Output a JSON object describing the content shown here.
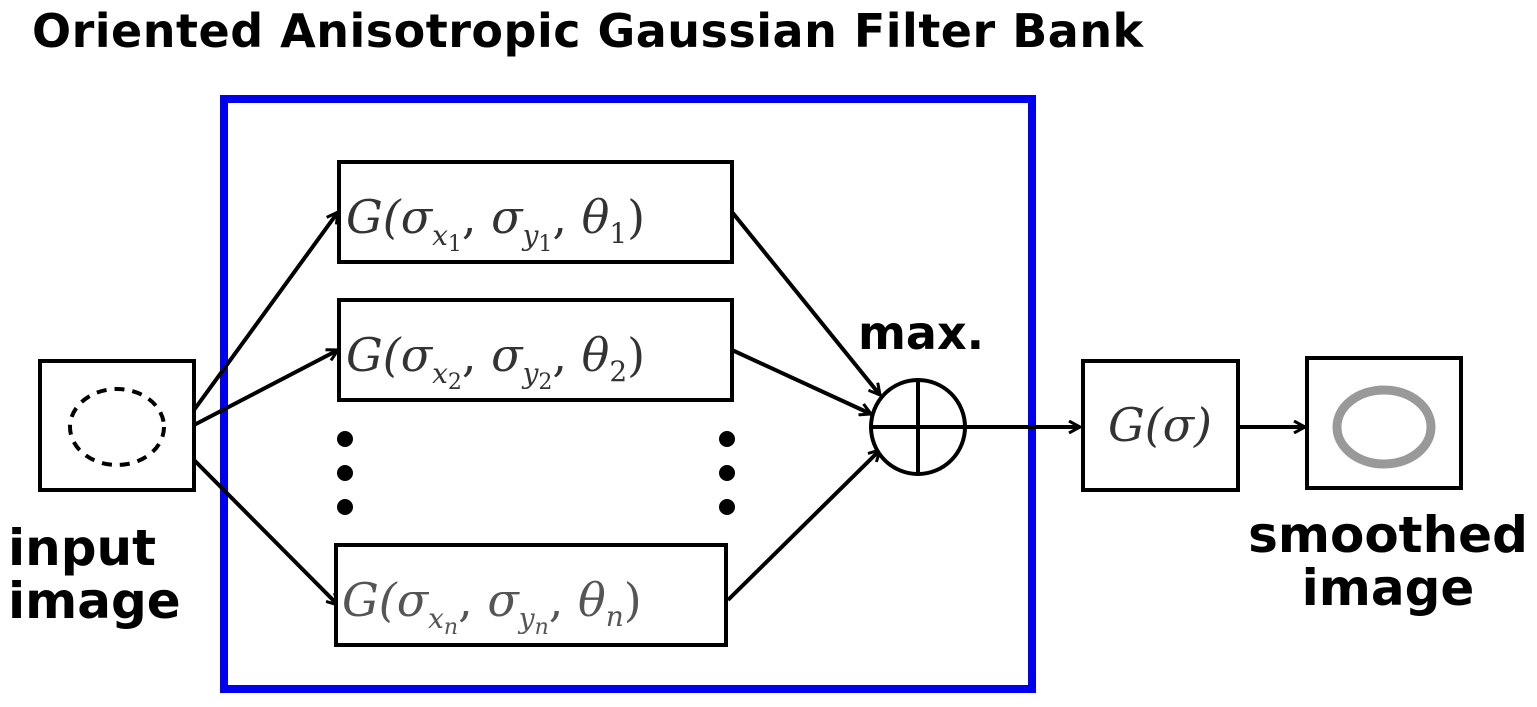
{
  "title": "Oriented Anisotropic Gaussian Filter Bank",
  "input_label": [
    "input",
    "image"
  ],
  "output_label": [
    "smoothed",
    "image"
  ],
  "max_label": "max.",
  "filter_bank": {
    "filters": [
      {
        "sigma_x": "x",
        "sub_x": "1",
        "sigma_y": "y",
        "sub_y": "1",
        "theta_sub": "1"
      },
      {
        "sigma_x": "x",
        "sub_x": "2",
        "sigma_y": "y",
        "sub_y": "2",
        "theta_sub": "2"
      },
      {
        "sigma_x": "x",
        "sub_x": "n",
        "sigma_y": "y",
        "sub_y": "n",
        "theta_sub": "n"
      }
    ],
    "border_color": "#0000ee"
  },
  "post_filter": "G(σ)",
  "colors": {
    "stroke": "#000000",
    "filter_bank_border": "#0000ee",
    "output_ring": "#999999"
  }
}
